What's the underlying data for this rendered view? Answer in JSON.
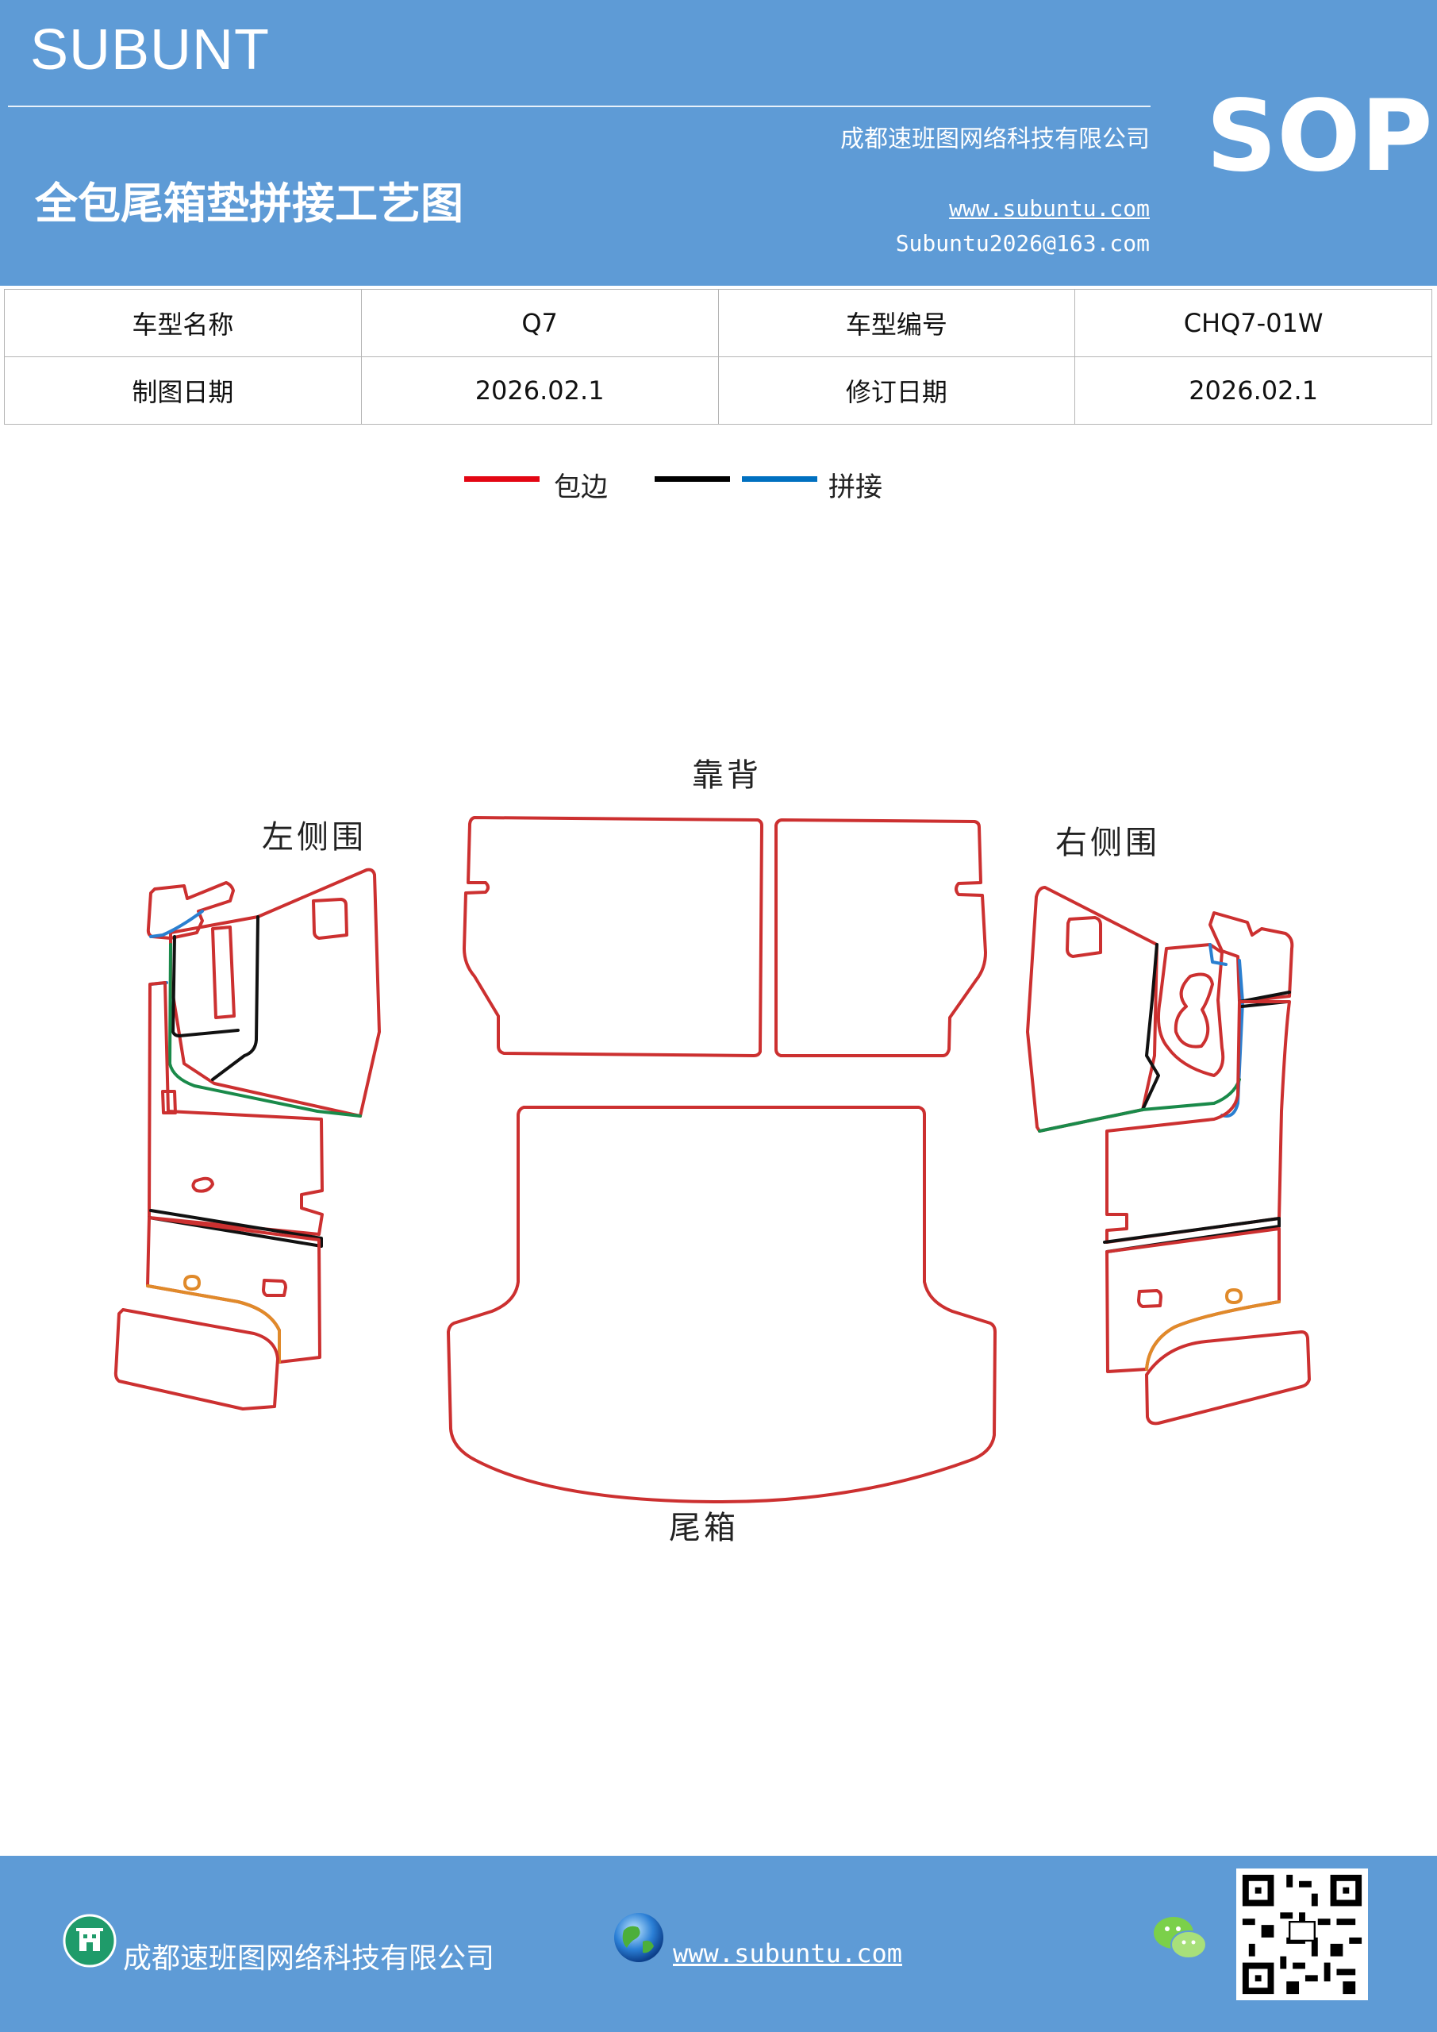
{
  "header": {
    "brand": "SUBUNT",
    "title": "全包尾箱垫拼接工艺图",
    "company": "成都速班图网络科技有限公司",
    "website": "www.subuntu.com",
    "email": "Subuntu2026@163.com",
    "badge": "SOP"
  },
  "info_table": {
    "rows": [
      {
        "label1": "车型名称",
        "value1": "Q7",
        "label2": "车型编号",
        "value2": "CHQ7-01W"
      },
      {
        "label1": "制图日期",
        "value1": "2026.02.1",
        "label2": "修订日期",
        "value2": "2026.02.1"
      }
    ]
  },
  "legend": {
    "items": [
      {
        "label": "包边",
        "color": "#e30613"
      },
      {
        "label": "",
        "color": "#000000"
      },
      {
        "label": "拼接",
        "color": "#0070c0"
      }
    ]
  },
  "diagram": {
    "labels": {
      "backrest": "靠背",
      "left_side": "左侧围",
      "right_side": "右侧围",
      "trunk": "尾箱"
    },
    "colors": {
      "edge": "#cc3030",
      "seam": "#111111",
      "splice": "#2a7fd0",
      "green": "#1a8a4a",
      "orange": "#e08a2a"
    }
  },
  "footer": {
    "company": "成都速班图网络科技有限公司",
    "website": "www.subuntu.com",
    "icons": [
      "building-icon",
      "globe-icon",
      "wechat-icon",
      "qr-code"
    ]
  }
}
